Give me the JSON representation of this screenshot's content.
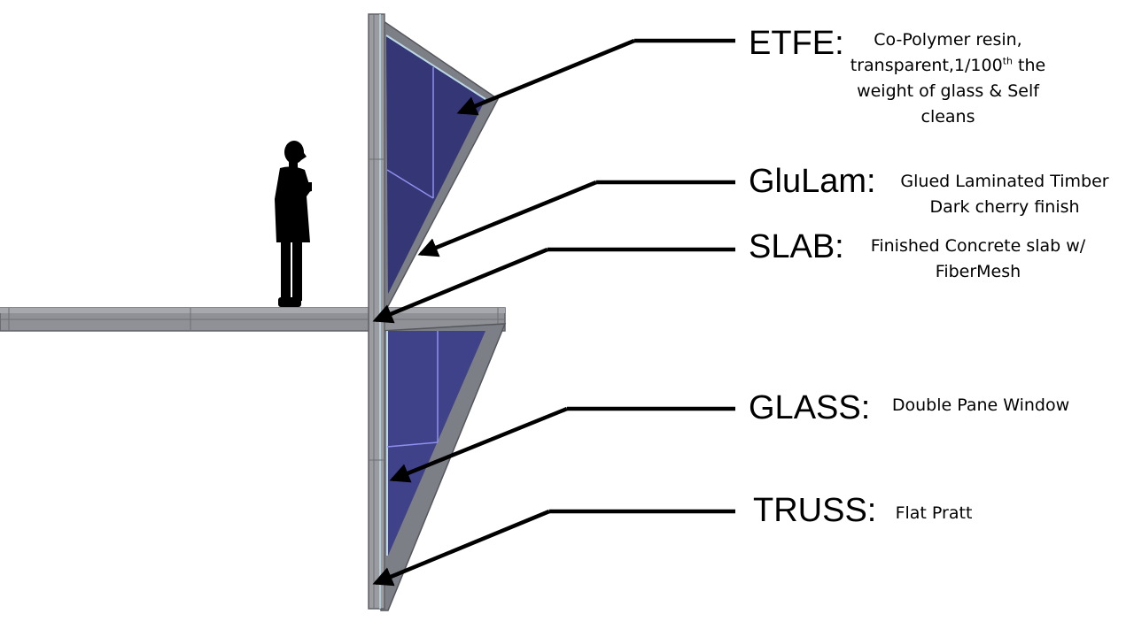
{
  "colors": {
    "glass_panel": "#3a3c82",
    "glass_panel_dark": "#2e2f66",
    "frame": "#7d7f86",
    "frame_light": "#a6a8ad",
    "slab": "#8f9196",
    "mullion": "#8f8ff0",
    "edge_highlight": "#bcd8e6",
    "leader": "#000000",
    "silhouette": "#000000"
  },
  "icons": {
    "person": "person-silhouette-icon"
  },
  "callouts": [
    {
      "id": "etfe",
      "term": "ETFE:",
      "desc_lines": [
        {
          "text": "Co-Polymer resin,"
        },
        {
          "pre": "transparent,1/100",
          "sup": "th",
          "post": " the"
        },
        {
          "text": "weight of glass & Self"
        },
        {
          "text": "cleans"
        }
      ]
    },
    {
      "id": "glulam",
      "term": "GluLam:",
      "desc_lines": [
        {
          "text": "Glued Laminated Timber"
        },
        {
          "text": "Dark cherry finish"
        }
      ]
    },
    {
      "id": "slab",
      "term": "SLAB:",
      "desc_lines": [
        {
          "text": "Finished Concrete slab w/"
        },
        {
          "text": "FiberMesh"
        }
      ]
    },
    {
      "id": "glass",
      "term": "GLASS:",
      "desc_lines": [
        {
          "text": "Double Pane Window"
        }
      ]
    },
    {
      "id": "truss",
      "term": "TRUSS:",
      "desc_lines": [
        {
          "text": "Flat Pratt"
        }
      ]
    }
  ]
}
